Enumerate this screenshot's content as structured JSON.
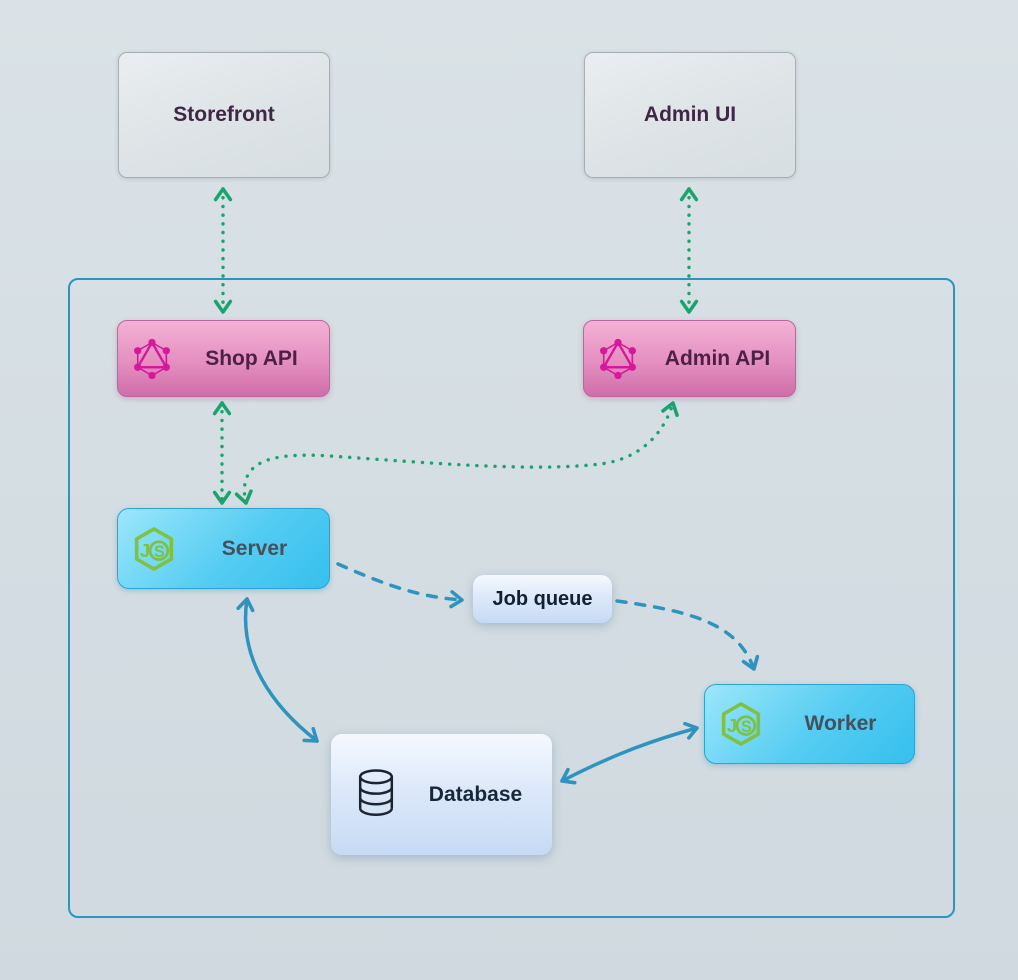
{
  "diagram": {
    "title": "server-architecture-diagram",
    "nodes": {
      "storefront": {
        "label": "Storefront"
      },
      "admin_ui": {
        "label": "Admin UI"
      },
      "shop_api": {
        "label": "Shop API",
        "icon": "graphql-icon"
      },
      "admin_api": {
        "label": "Admin API",
        "icon": "graphql-icon"
      },
      "server": {
        "label": "Server",
        "icon": "nodejs-icon"
      },
      "job_queue": {
        "label": "Job queue"
      },
      "worker": {
        "label": "Worker",
        "icon": "nodejs-icon"
      },
      "database": {
        "label": "Database",
        "icon": "database-icon"
      }
    },
    "edges": [
      {
        "from": "storefront",
        "to": "shop_api",
        "style": "dotted",
        "color": "#1aa36c",
        "bidirectional": true
      },
      {
        "from": "admin_ui",
        "to": "admin_api",
        "style": "dotted",
        "color": "#1aa36c",
        "bidirectional": true
      },
      {
        "from": "shop_api",
        "to": "server",
        "style": "dotted",
        "color": "#1aa36c",
        "bidirectional": true
      },
      {
        "from": "server",
        "to": "admin_api",
        "style": "dotted",
        "color": "#1aa36c",
        "bidirectional": true
      },
      {
        "from": "server",
        "to": "job_queue",
        "style": "dashed",
        "color": "#2f93bf",
        "bidirectional": false
      },
      {
        "from": "job_queue",
        "to": "worker",
        "style": "dashed",
        "color": "#2f93bf",
        "bidirectional": false
      },
      {
        "from": "server",
        "to": "database",
        "style": "solid",
        "color": "#2f93bf",
        "bidirectional": true
      },
      {
        "from": "worker",
        "to": "database",
        "style": "solid",
        "color": "#2f93bf",
        "bidirectional": true
      }
    ],
    "colors": {
      "arrow_green": "#1aa36c",
      "arrow_blue": "#2f93bf",
      "frame_border": "#2f93bf",
      "graphql_icon": "#d6199a",
      "nodejs_icon": "#7fc241",
      "api_box_pink": "#e48fc0",
      "node_box_cyan": "#55ccf2"
    }
  }
}
